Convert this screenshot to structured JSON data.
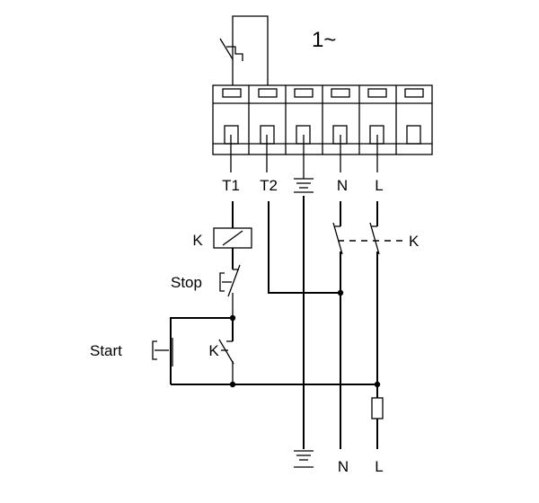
{
  "supply_label": "1~",
  "terminals": {
    "t1": "T1",
    "t2": "T2",
    "n": "N",
    "l": "L"
  },
  "labels": {
    "coil": "K",
    "contactor_main": "K",
    "stop": "Stop",
    "start": "Start",
    "hold_contact": "K"
  },
  "bottom_labels": {
    "n": "N",
    "l": "L"
  },
  "colors": {
    "line": "#000000",
    "background": "#ffffff"
  }
}
